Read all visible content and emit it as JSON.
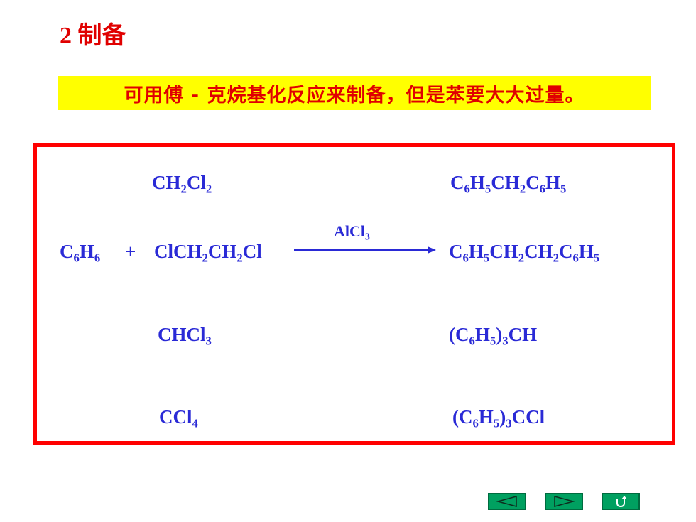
{
  "slide": {
    "title": "2  制备",
    "highlight": "可用傅 - 克烷基化反应来制备，但是苯要大大过量。"
  },
  "reaction": {
    "catalyst": [
      "AlCl",
      "3"
    ],
    "plus": "+",
    "reactant_left": [
      "C",
      "6",
      "H",
      "6"
    ],
    "reagents": [
      [
        "CH",
        "2",
        "Cl",
        "2"
      ],
      [
        "ClCH",
        "2",
        "CH",
        "2",
        "Cl"
      ],
      [
        "CHCl",
        "3"
      ],
      [
        "CCl",
        "4"
      ]
    ],
    "products": [
      [
        "C",
        "6",
        "H",
        "5",
        "CH",
        "2",
        "C",
        "6",
        "H",
        "5"
      ],
      [
        "C",
        "6",
        "H",
        "5",
        "CH",
        "2",
        "CH",
        "2",
        "C",
        "6",
        "H",
        "5"
      ],
      [
        "(C",
        "6",
        "H",
        "5",
        ")",
        "3",
        "CH"
      ],
      [
        "(C",
        "6",
        "H",
        "5",
        ")",
        "3",
        "CCl"
      ]
    ]
  },
  "navigation": {
    "icons": [
      "prev-triangle-icon",
      "next-triangle-icon",
      "return-icon"
    ]
  },
  "colors": {
    "title_red": "#e00000",
    "highlight_yellow": "#ffff00",
    "formula_blue": "#2a2ad6",
    "box_border_red": "#ff0000",
    "nav_green": "#00a060"
  }
}
